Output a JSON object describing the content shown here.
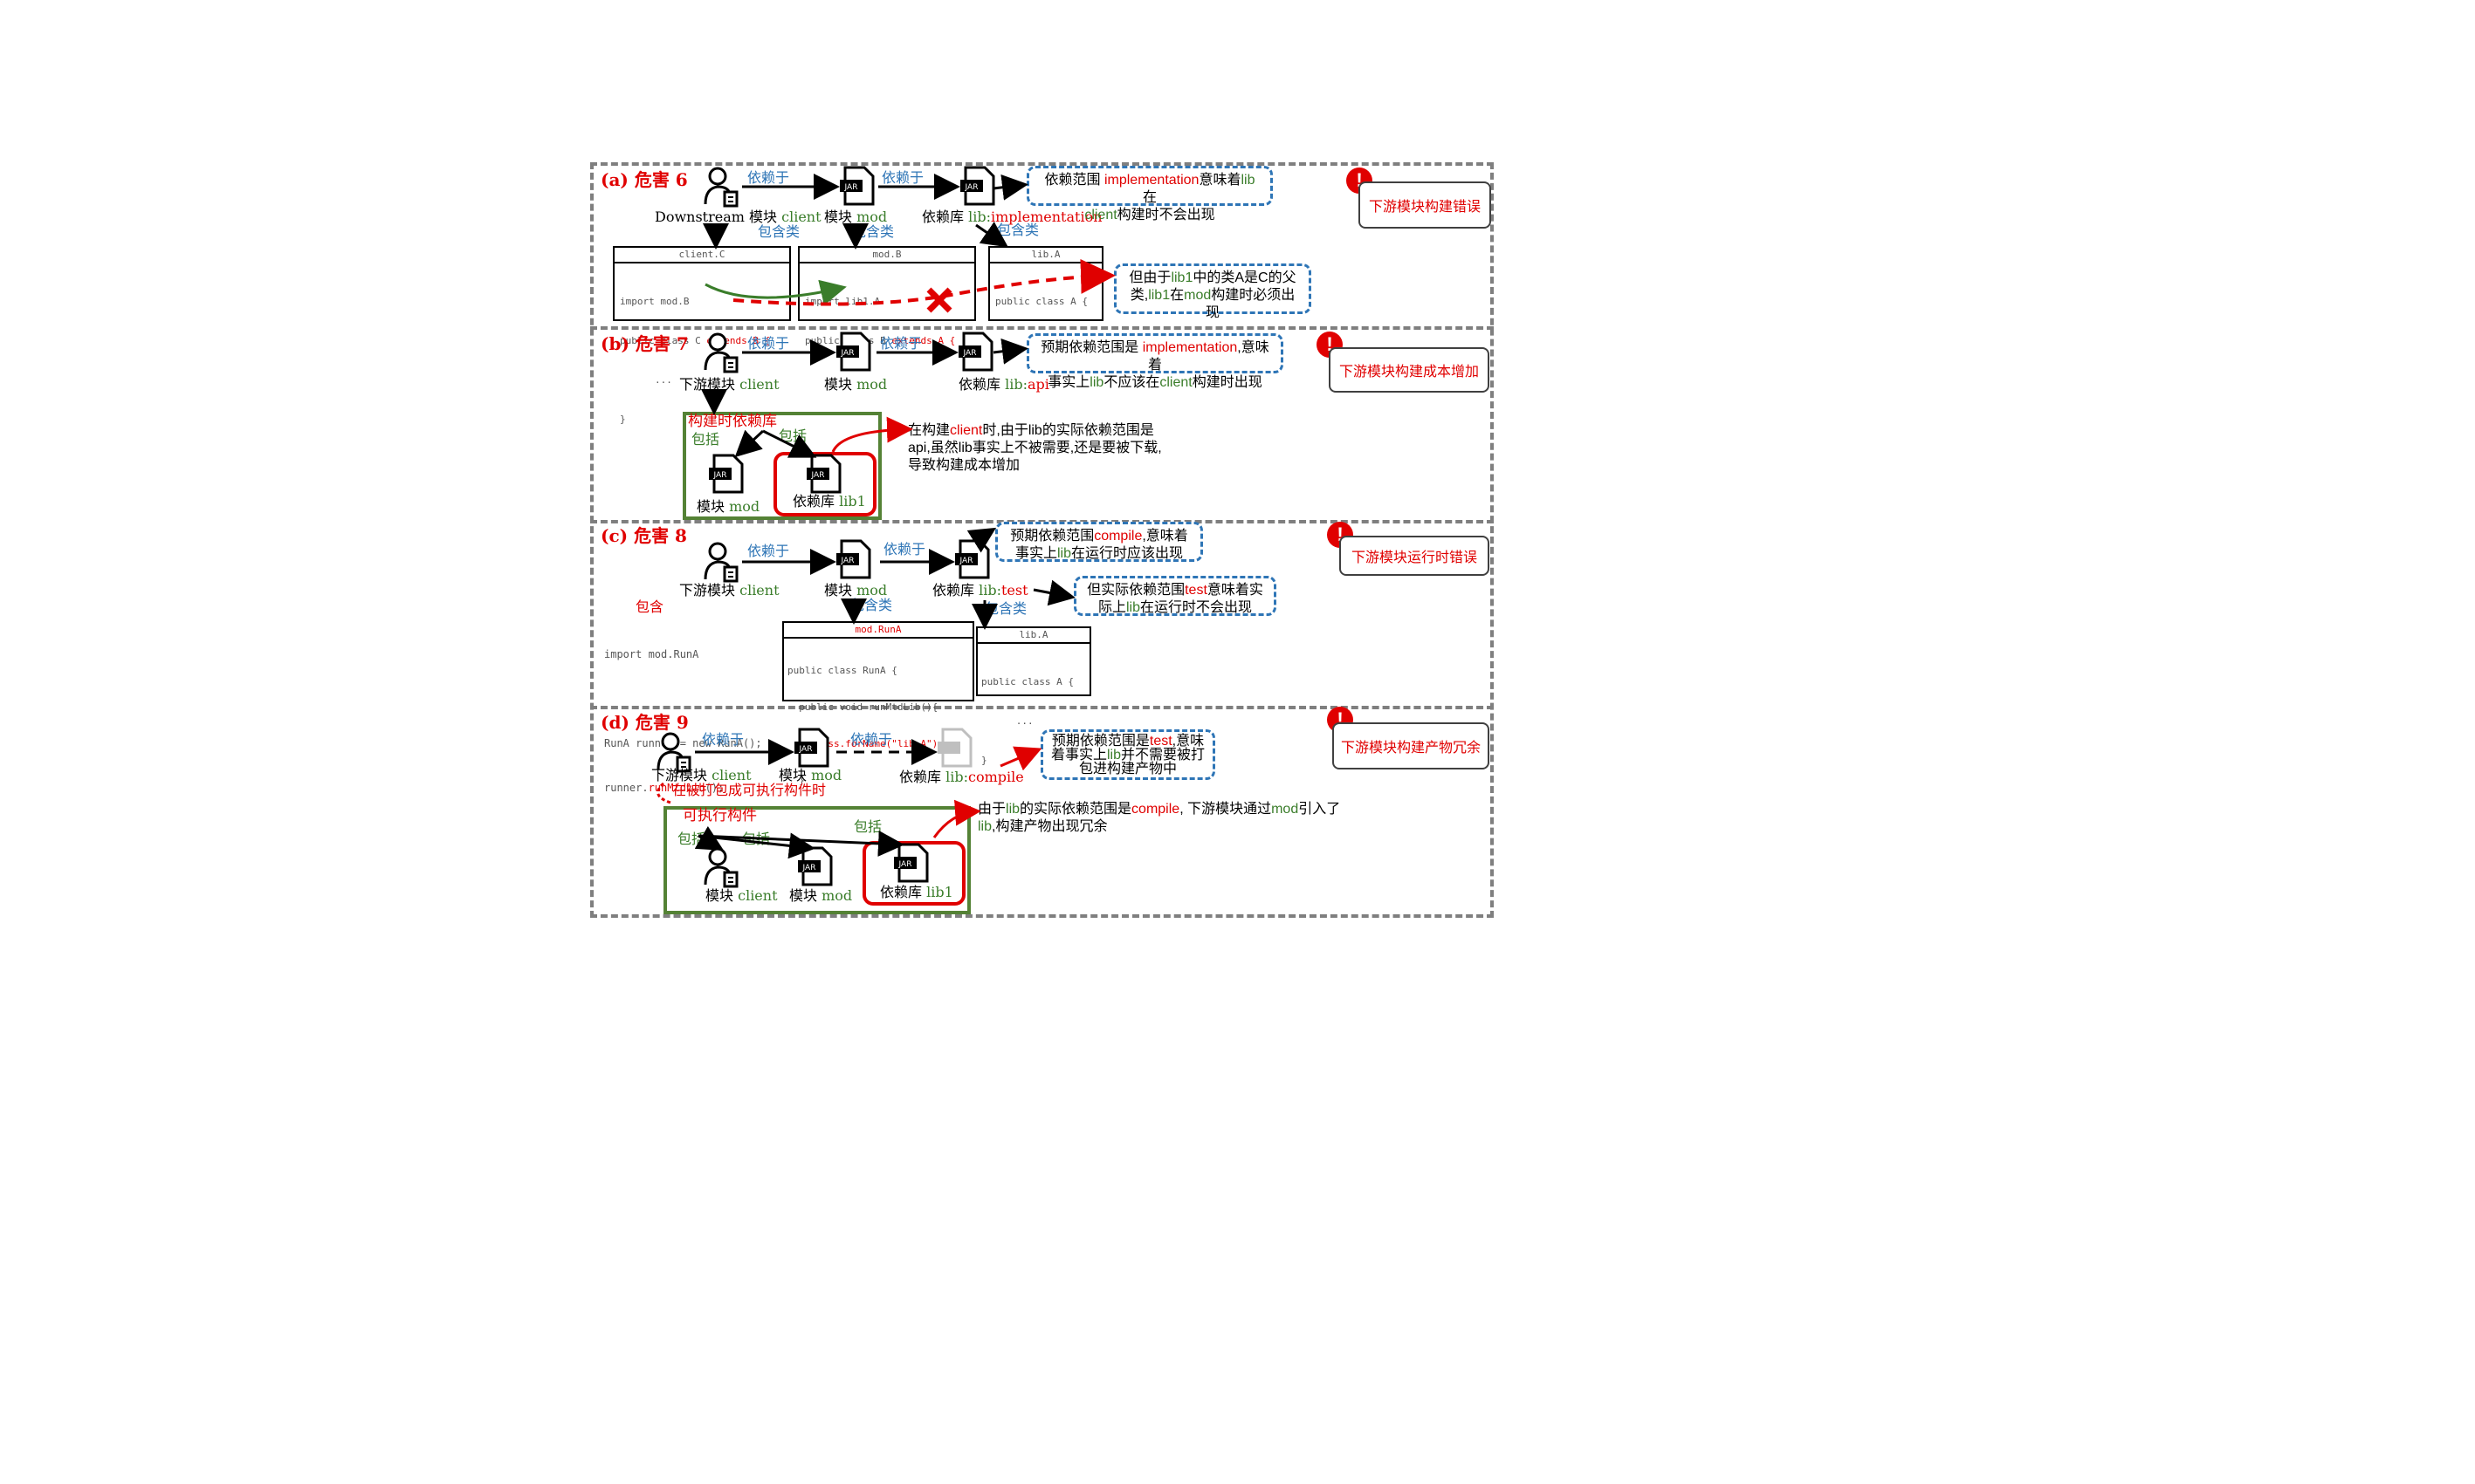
{
  "labels": {
    "depends_on": "依赖于",
    "contains_class": "包含类",
    "contains": "包含",
    "includes": "包括",
    "module": "模块",
    "library": "依赖库",
    "downstream_module": "下游模块",
    "jar": "JAR"
  },
  "panel_a": {
    "title": "(a) 危害 6",
    "client_label": "Downstream 模块",
    "client_name": "client",
    "mod_name": "mod",
    "lib_name": "lib:",
    "lib_scope": "implementation",
    "code_client": {
      "header": "client.C",
      "line1": "import mod.B",
      "line2a": "public class C",
      "line2b": "extends B {",
      "line3": "..."
    },
    "code_mod": {
      "header": "mod.B",
      "line1": "import lib1.A",
      "line2a": "public class B",
      "line2b": "extends A {"
    },
    "code_lib": {
      "header": "lib.A",
      "line1": "public class A {"
    },
    "note1": {
      "p1": "依赖范围 ",
      "p2": "implementation",
      "p3": "意味着",
      "p4": "lib",
      "p5": " 在",
      "p6": "client",
      "p7": "构建时不会出现"
    },
    "note2": {
      "p1": "但由于",
      "p2": "lib1",
      "p3": "中的类A是C的父",
      "p4": "类,",
      "p5": "lib1",
      "p6": "在",
      "p7": "mod",
      "p8": "构建时必须出现"
    },
    "harm": "下游模块构建错误"
  },
  "panel_b": {
    "title": "(b) 危害 7",
    "client_name": "client",
    "mod_name": "mod",
    "lib_name": "lib:",
    "lib_scope": "api",
    "build_deps": "构建时依赖库",
    "lib1": "lib1",
    "note1": {
      "p1": "预期依赖范围是 ",
      "p2": "implementation",
      "p3": ",意味着",
      "p4": "事实上",
      "p5": "lib",
      "p6": "不应该在",
      "p7": "client",
      "p8": "构建时出现"
    },
    "note2": {
      "p1": "在构建",
      "p2": "client",
      "p3": "时,由于lib的实际依赖范围是",
      "line2": "api,虽然lib事实上不被需要,还是要被下载,",
      "line3": "导致构建成本增加"
    },
    "harm": "下游模块构建成本增加"
  },
  "panel_c": {
    "title": "(c) 危害 8",
    "client_name": "client",
    "mod_name": "mod",
    "lib_name": "lib:",
    "lib_scope": "test",
    "code_client": {
      "line1": "import mod.RunA",
      "line2": "RunA runner = new RunA();",
      "line3a": "runner.",
      "line3b": "runMtdLib",
      "line3c": "();"
    },
    "code_mod": {
      "header": "mod.RunA",
      "line1": "public class RunA {",
      "line2": "  public void runMtdLib(){",
      "line3": "    Class.forName(\"lib.A\");",
      "line4": "  }",
      "line5": "}"
    },
    "code_lib": {
      "header": "lib.A",
      "line1": "public class A {",
      "line2": "      ...",
      "line3": "}"
    },
    "note1": {
      "p1": "预期依赖范围",
      "p2": "compile",
      "p3": ",意味着",
      "p4": "事实上",
      "p5": "lib",
      "p6": "在运行时应该出现"
    },
    "note2": {
      "p1": "但实际依赖范围",
      "p2": "test",
      "p3": "意味着实",
      "p4": "际上",
      "p5": "lib",
      "p6": "在运行时不会出现"
    },
    "harm": "下游模块运行时错误"
  },
  "panel_d": {
    "title": "(d) 危害 9",
    "client_name": "client",
    "mod_name": "mod",
    "lib_name": "lib:",
    "lib_scope": "compile",
    "package_note": "在被打包成可执行构件时",
    "exec_artifact": "可执行构件",
    "lib1": "lib1",
    "note1": {
      "p1": "预期依赖范围是",
      "p2": "test",
      "p3": ",意味",
      "p4": "着事实上",
      "p5": "lib",
      "p6": "并不需要被打",
      "p7": "包进构建产物中"
    },
    "note2": {
      "p1": "由于",
      "p2": "lib",
      "p3": "的实际依赖范围是",
      "p4": "compile",
      "p5": ", 下游模块通过",
      "p6": "mod",
      "p7": "引入了",
      "p8": "lib",
      "p9": ",构建产物出现冗余"
    },
    "harm": "下游模块构建产物冗余"
  }
}
